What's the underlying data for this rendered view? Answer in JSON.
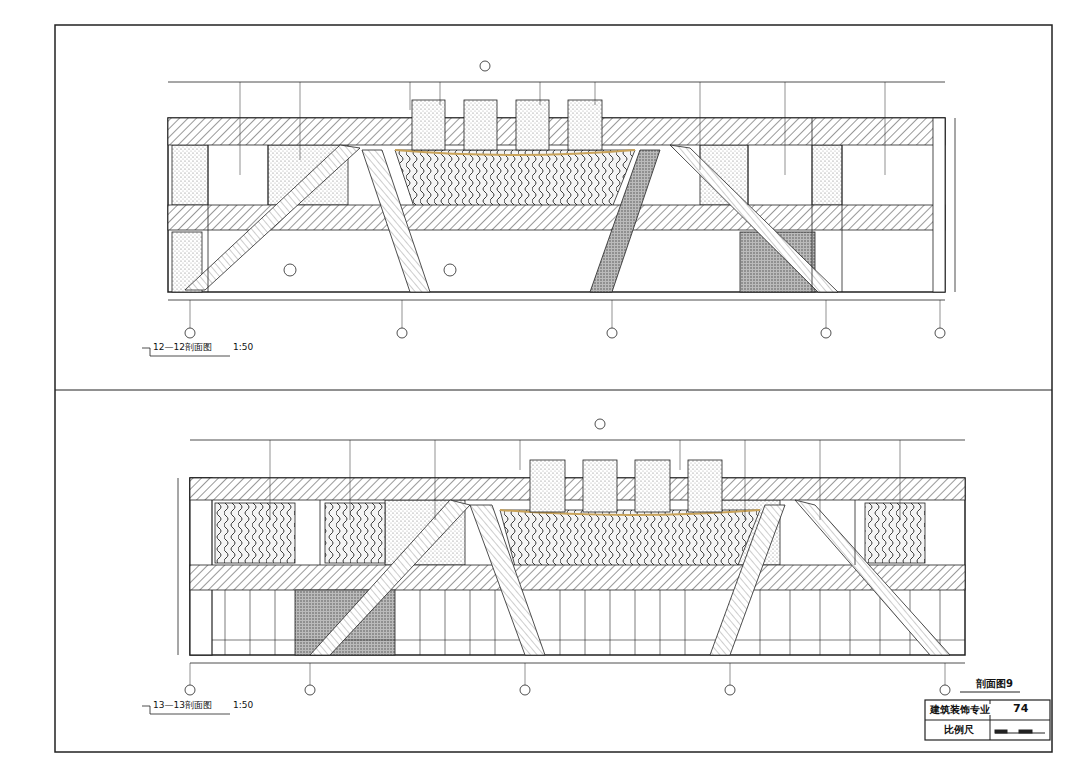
{
  "diagram": {
    "labels": [
      "12—12剖面图",
      "1:50",
      "13—13剖面图",
      "1:50",
      "剖面图9",
      "建筑装饰专业",
      "74",
      "比例尺"
    ]
  }
}
